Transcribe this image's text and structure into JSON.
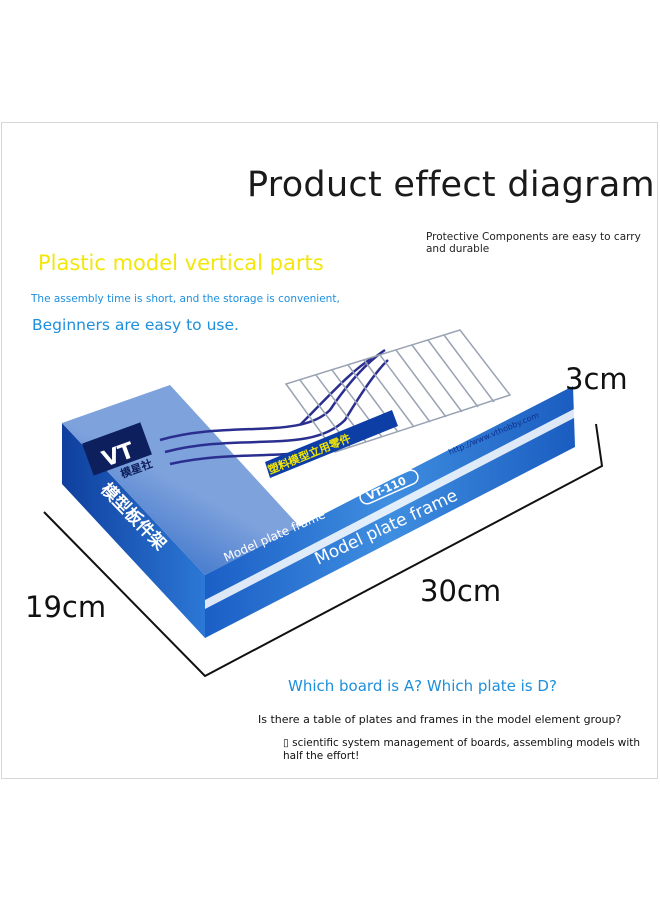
{
  "headline": "Product effect diagram",
  "protective_note": "Protective Components are easy to carry and durable",
  "plastic_heading": "Plastic model vertical parts",
  "assembly_note": "The assembly time is short, and the storage is convenient,",
  "beginners_note": "Beginners are easy to use.",
  "dimensions": {
    "height": "3cm",
    "width": "19cm",
    "length": "30cm"
  },
  "question_board": "Which board is A? Which plate is D?",
  "question_table": "Is there a table of plates and frames in the model element group?",
  "scientific_note": "▯ scientific system management of boards, assembling models with half the effort!",
  "package": {
    "brand_logo": "VT",
    "brand_cn": "模星社",
    "model_code": "VT-110",
    "front_label": "Model plate frame",
    "top_label": "Model plate frame",
    "side_cn": "模型板件架",
    "cn_banner": "塑料模型立用零件",
    "website": "http://www.vthobby.com",
    "colors": {
      "blue": "#1565c0",
      "deep_blue": "#0d2f8f",
      "light_blue": "#3f86d6",
      "white": "#ffffff",
      "yellow": "#f2e600"
    }
  }
}
